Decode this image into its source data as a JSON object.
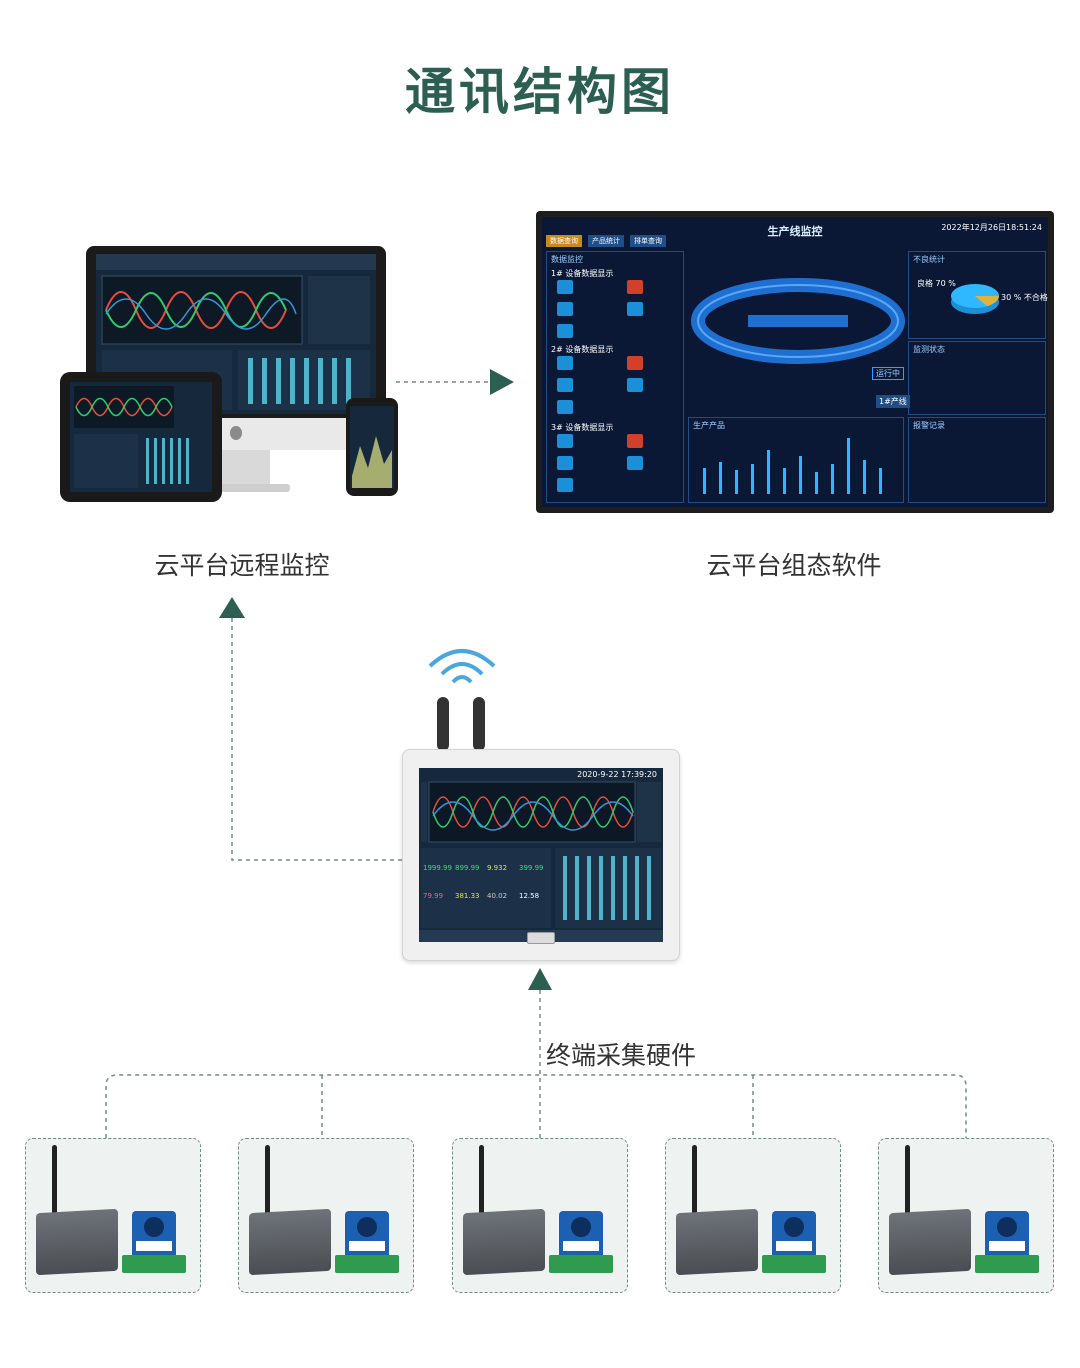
{
  "title": "通讯结构图",
  "labels": {
    "remote": "云平台远程监控",
    "config": "云平台组态软件",
    "terminal": "终端采集硬件"
  },
  "dashboard": {
    "title": "生产线监控",
    "datetime": "2022年12月26日18:51:24",
    "tabs": [
      "数据查询",
      "产品统计",
      "排单查询"
    ],
    "panels": [
      "数据监控",
      "不良统计",
      "监测状态",
      "生产产品",
      "报警记录"
    ],
    "groups": [
      "1# 设备数据显示",
      "2# 设备数据显示",
      "3# 设备数据显示"
    ],
    "ratio_label": "良格 70 %",
    "ratio2_label": "30 % 不合格",
    "running": "运行中",
    "product": "1#产线"
  },
  "gateway": {
    "datetime": "2020-9-22 17:39:20",
    "values": [
      "1999.99",
      "899.99",
      "9.932",
      "399.99",
      "79.99",
      "381.33",
      "40.02",
      "12.58"
    ]
  },
  "colors": {
    "title": "#2c5f51",
    "arrow": "#2c5f51",
    "line": "#6f8f84"
  },
  "cards_count": 5
}
